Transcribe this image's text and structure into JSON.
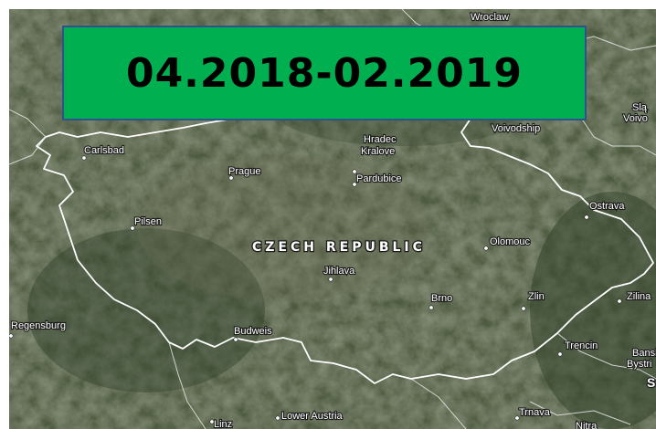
{
  "banner": {
    "date_range": "04.2018-02.2019",
    "background": "#00b050",
    "border": "#2f528f"
  },
  "map": {
    "country_label": "CZECH REPUBLIC",
    "places": {
      "wroclaw": "Wroclaw",
      "carlsbad": "Carlsbad",
      "prague": "Prague",
      "hradec": "Hradec",
      "kralove": "Kralove",
      "pardubice": "Pardubice",
      "voivodship": "Voivodship",
      "slask_a": "Slą",
      "slask_b": "Voivo",
      "ostrava": "Ostrava",
      "pilsen": "Pilsen",
      "olomouc": "Olomouc",
      "jihlava": "Jihlava",
      "brno": "Brno",
      "zlin": "Zlin",
      "zilina": "Zilina",
      "regensburg": "Regensburg",
      "budweis": "Budweis",
      "trencin": "Trencin",
      "banska_a": "Bansk",
      "banska_b": "Bystri",
      "s_mark": "S",
      "lower_austria": "Lower Austria",
      "linz": "Linz",
      "trnava": "Trnava",
      "nitra": "Nitra"
    }
  }
}
